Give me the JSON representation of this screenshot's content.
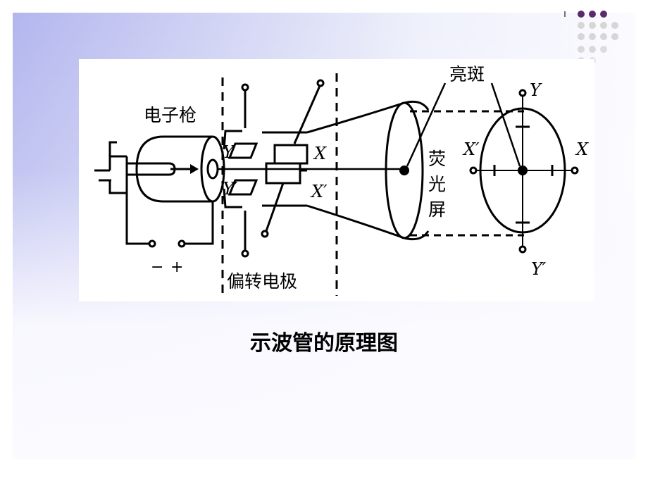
{
  "caption": "示波管的原理图",
  "labels": {
    "electron_gun": "电子枪",
    "deflection_electrodes": "偏转电极",
    "bright_spot": "亮斑",
    "screen_1": "荧",
    "screen_2": "光",
    "screen_3": "屏",
    "minus": "−",
    "plus": "+",
    "y_plate_top": "Y",
    "y_plate_bottom": "Y′",
    "x_plate": "X",
    "x_plate_prime": "X′",
    "axis_y_top": "Y",
    "axis_y_bottom": "Y′",
    "axis_x_right": "X",
    "axis_x_left": "X′"
  },
  "colors": {
    "background_accent": "#b3b6ee",
    "dot_accent": "#5b2a6e",
    "dot_grey": "#d6d6d6"
  }
}
